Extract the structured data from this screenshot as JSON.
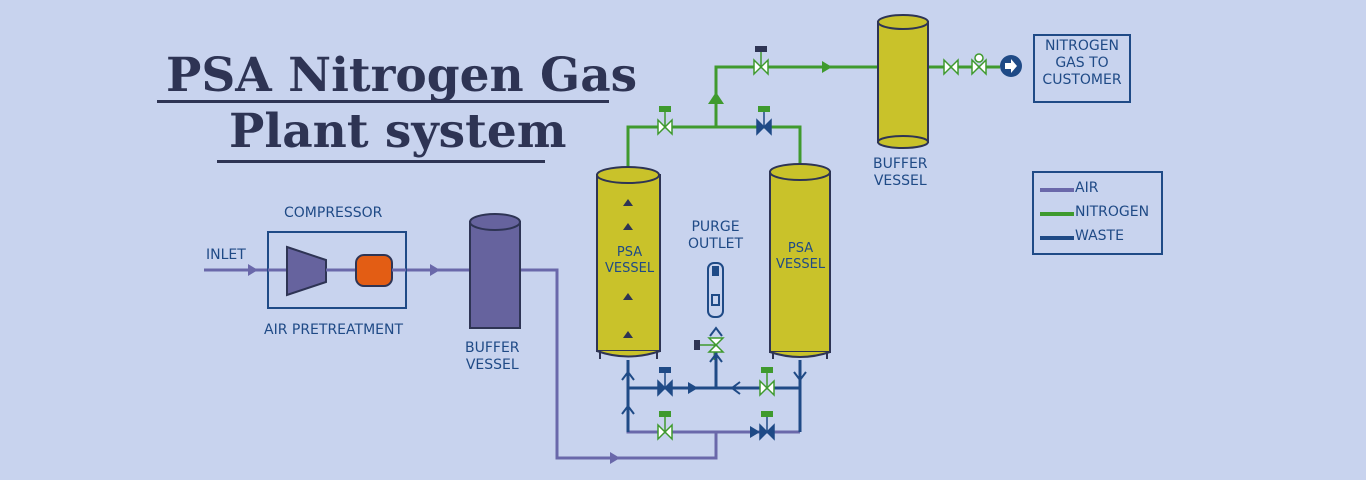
{
  "title": {
    "line1": "PSA Nitrogen Gas",
    "line2": "Plant system"
  },
  "labels": {
    "compressor": "COMPRESSOR",
    "inlet": "INLET",
    "air_pretreatment": "AIR PRETREATMENT",
    "buffer_vessel_air": "BUFFER\nVESSEL",
    "psa_vessel_left": "PSA\nVESSEL",
    "psa_vessel_right": "PSA\nVESSEL",
    "purge_outlet": "PURGE\nOUTLET",
    "buffer_vessel_n2": "BUFFER\nVESSEL",
    "customer": "NITROGEN\nGAS TO\nCUSTOMER"
  },
  "legend": [
    {
      "label": "AIR",
      "color": "#6a68aa"
    },
    {
      "label": "NITROGEN",
      "color": "#3f9a2e"
    },
    {
      "label": "WASTE",
      "color": "#1f4a86"
    }
  ],
  "colors": {
    "air": "#6a68aa",
    "nitrogen": "#3f9a2e",
    "waste": "#1f4a86",
    "vessel_yellow": "#c9c22a",
    "buffer_purple": "#66639e",
    "compressor_orange": "#e35d14",
    "background": "#c8d3ee"
  }
}
